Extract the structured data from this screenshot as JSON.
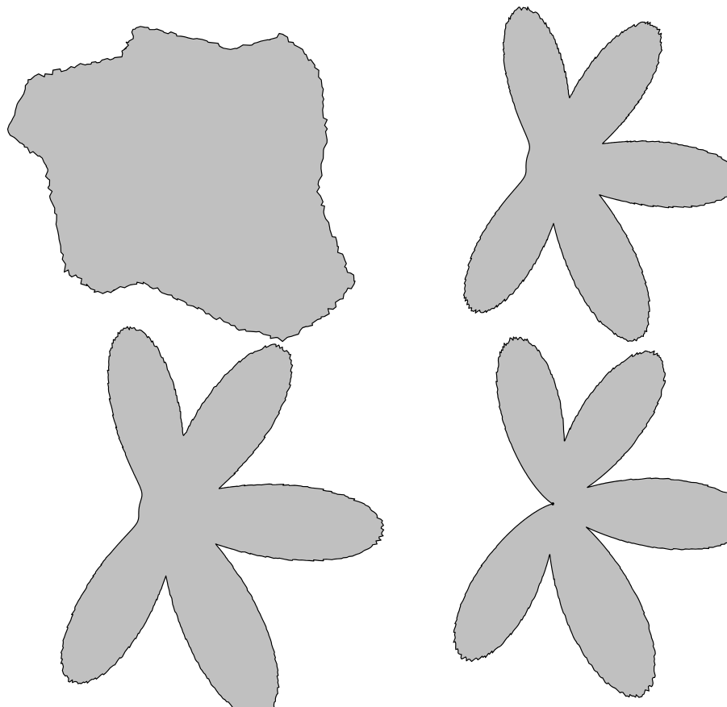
{
  "style": {
    "fill": "#c0c0c0",
    "stroke": "#000000",
    "background": "#ffffff"
  },
  "panels": [
    {
      "label": "top-left",
      "shape": "irregular-blob",
      "lobes": 0,
      "center_pinched": false,
      "edge": "rough",
      "lobe_length_scale": 0.0
    },
    {
      "label": "top-right",
      "shape": "five-armed-star",
      "lobes": 5,
      "center_pinched": false,
      "edge": "rough",
      "lobe_length_scale": 0.45
    },
    {
      "label": "bottom-left",
      "shape": "five-armed-star",
      "lobes": 5,
      "center_pinched": false,
      "edge": "rough",
      "lobe_length_scale": 0.8
    },
    {
      "label": "bottom-right",
      "shape": "five-petal-flower",
      "lobes": 5,
      "center_pinched": true,
      "edge": "rough",
      "lobe_length_scale": 1.0
    }
  ]
}
